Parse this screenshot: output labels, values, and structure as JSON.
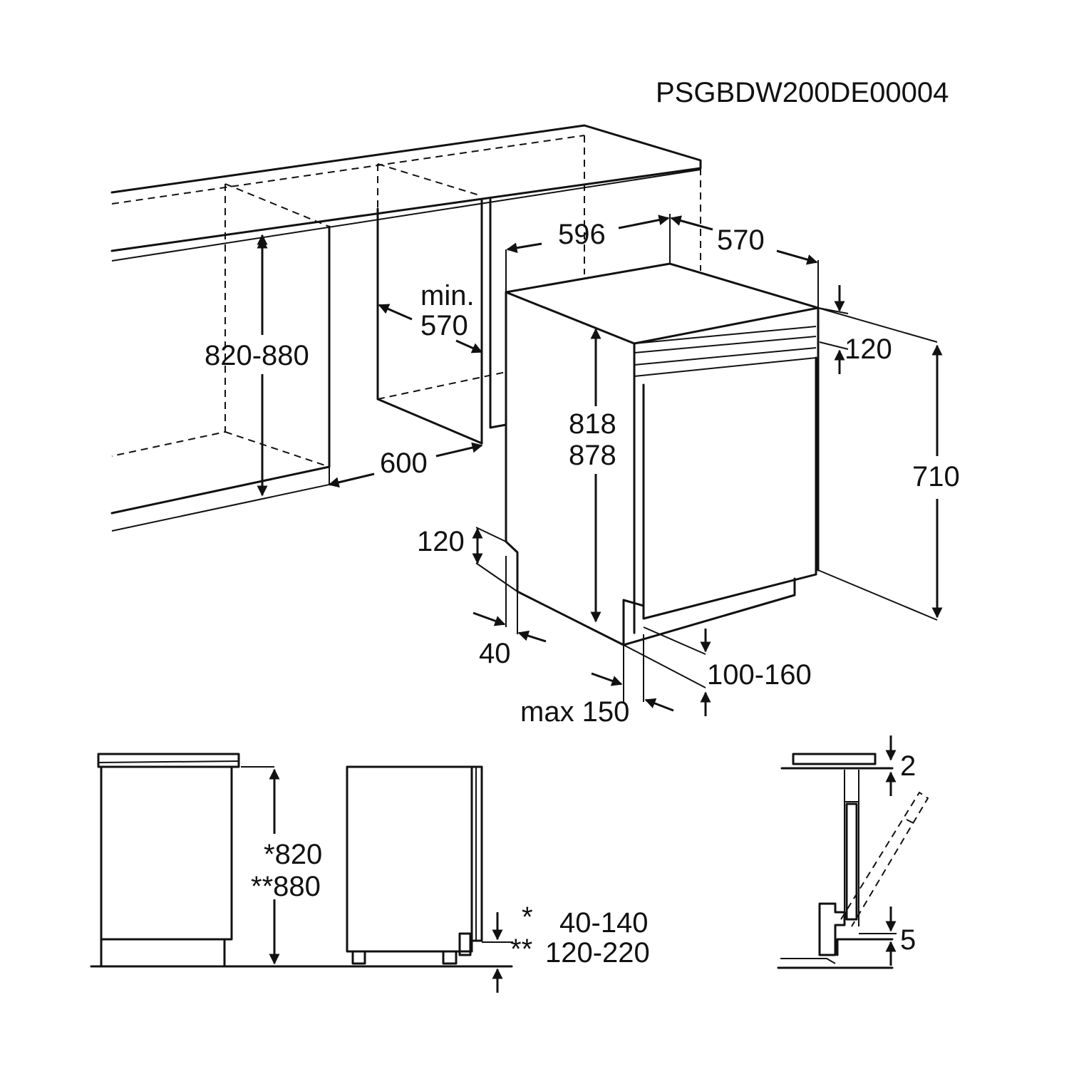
{
  "code": "PSGBDW200DE00004",
  "labels": {
    "w596": "596",
    "d570": "570",
    "min": "min.",
    "min570": "570",
    "h820_880": "820-880",
    "w600": "600",
    "h818": "818",
    "h878": "878",
    "top120": "120",
    "h710": "710",
    "plinth120": "120",
    "set40": "40",
    "plinth100_160": "100-160",
    "max150": "max 150",
    "b820": "*820",
    "b880": "**880",
    "star1": "*",
    "star2": "**",
    "r40_140": "40-140",
    "r120_220": "120-220",
    "gap2": "2",
    "gap5": "5"
  }
}
